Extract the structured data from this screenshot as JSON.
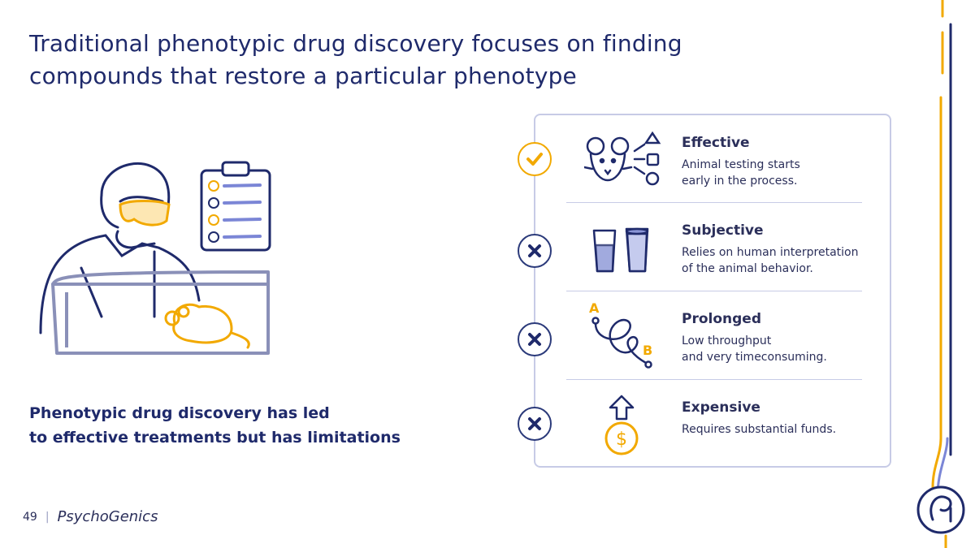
{
  "header": {
    "title_line1": "Traditional phenotypic drug discovery focuses on finding",
    "title_line2": "compounds that restore a particular phenotype"
  },
  "subtitle": {
    "line1": "Phenotypic drug discovery has led",
    "line2": "to effective treatments but has limitations"
  },
  "items": [
    {
      "heading": "Effective",
      "desc1": "Animal testing starts",
      "desc2": "early in the process.",
      "status": "check"
    },
    {
      "heading": "Subjective",
      "desc1": "Relies on human interpretation",
      "desc2": "of the animal behavior.",
      "status": "cross"
    },
    {
      "heading": "Prolonged",
      "desc1": "Low throughput",
      "desc2": "and very timeconsuming.",
      "status": "cross"
    },
    {
      "heading": "Expensive",
      "desc1": "Requires substantial funds.",
      "desc2": "",
      "status": "cross"
    }
  ],
  "icon_labels": {
    "start": "A",
    "end": "B",
    "currency": "$"
  },
  "footer": {
    "page_number": "49",
    "separator": "|",
    "brand": "PsychoGenics"
  },
  "colors": {
    "navy": "#1f2a6b",
    "accent": "#f2a900",
    "lavender": "#7b86d6",
    "border": "#c7cbe6"
  }
}
